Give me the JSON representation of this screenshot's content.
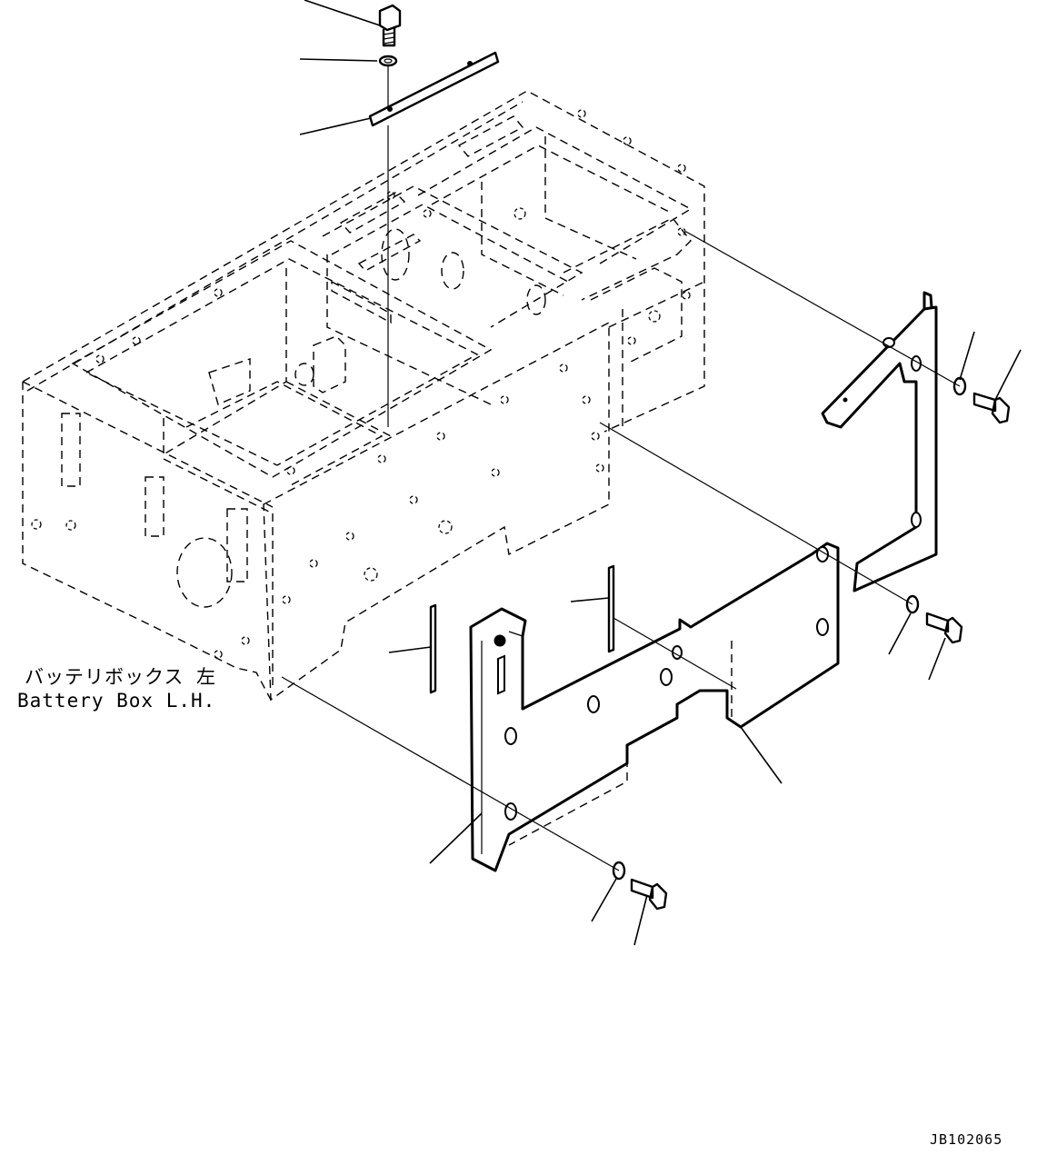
{
  "callout": {
    "line1": "バッテリボックス 左",
    "line2": "Battery Box L.H."
  },
  "drawing_code": "JB102065"
}
